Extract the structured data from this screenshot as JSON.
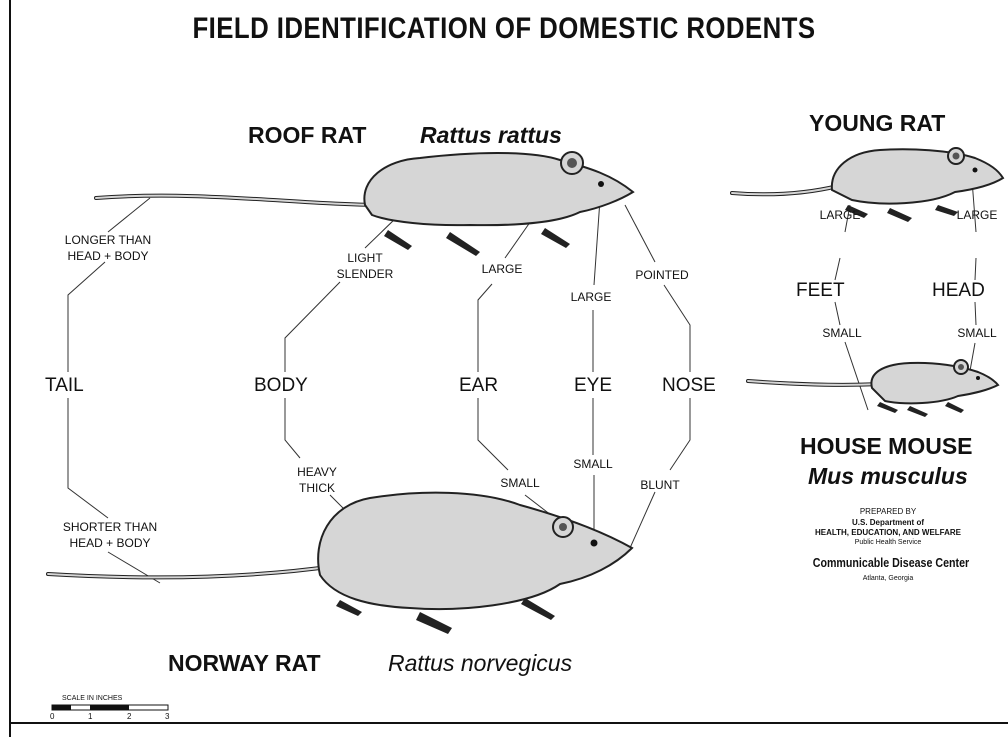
{
  "title": "FIELD IDENTIFICATION OF DOMESTIC RODENTS",
  "roof_rat": {
    "common": "ROOF RAT",
    "scientific": "Rattus rattus"
  },
  "norway_rat": {
    "common": "NORWAY RAT",
    "scientific": "Rattus norvegicus"
  },
  "young_rat": {
    "label": "YOUNG RAT"
  },
  "house_mouse": {
    "common": "HOUSE MOUSE",
    "scientific": "Mus musculus"
  },
  "traits": {
    "tail": {
      "name": "TAIL",
      "roof": "LONGER THAN\nHEAD + BODY",
      "norway": "SHORTER THAN\nHEAD + BODY"
    },
    "body": {
      "name": "BODY",
      "roof": "LIGHT\nSLENDER",
      "norway": "HEAVY\nTHICK"
    },
    "ear": {
      "name": "EAR",
      "roof": "LARGE",
      "norway": "SMALL"
    },
    "eye": {
      "name": "EYE",
      "roof": "LARGE",
      "norway": "SMALL"
    },
    "nose": {
      "name": "NOSE",
      "roof": "POINTED",
      "norway": "BLUNT"
    }
  },
  "young_vs_mouse": {
    "feet": {
      "name": "FEET",
      "young": "LARGE",
      "mouse": "SMALL"
    },
    "head": {
      "name": "HEAD",
      "young": "LARGE",
      "mouse": "SMALL"
    }
  },
  "credit": {
    "prepared_by": "PREPARED BY",
    "dept1": "U.S. Department of",
    "dept2": "HEALTH, EDUCATION, AND WELFARE",
    "service": "Public Health Service",
    "center": "Communicable Disease Center",
    "city": "Atlanta, Georgia"
  },
  "scale": {
    "label": "SCALE IN INCHES",
    "ticks": [
      "0",
      "1",
      "2",
      "3"
    ]
  }
}
